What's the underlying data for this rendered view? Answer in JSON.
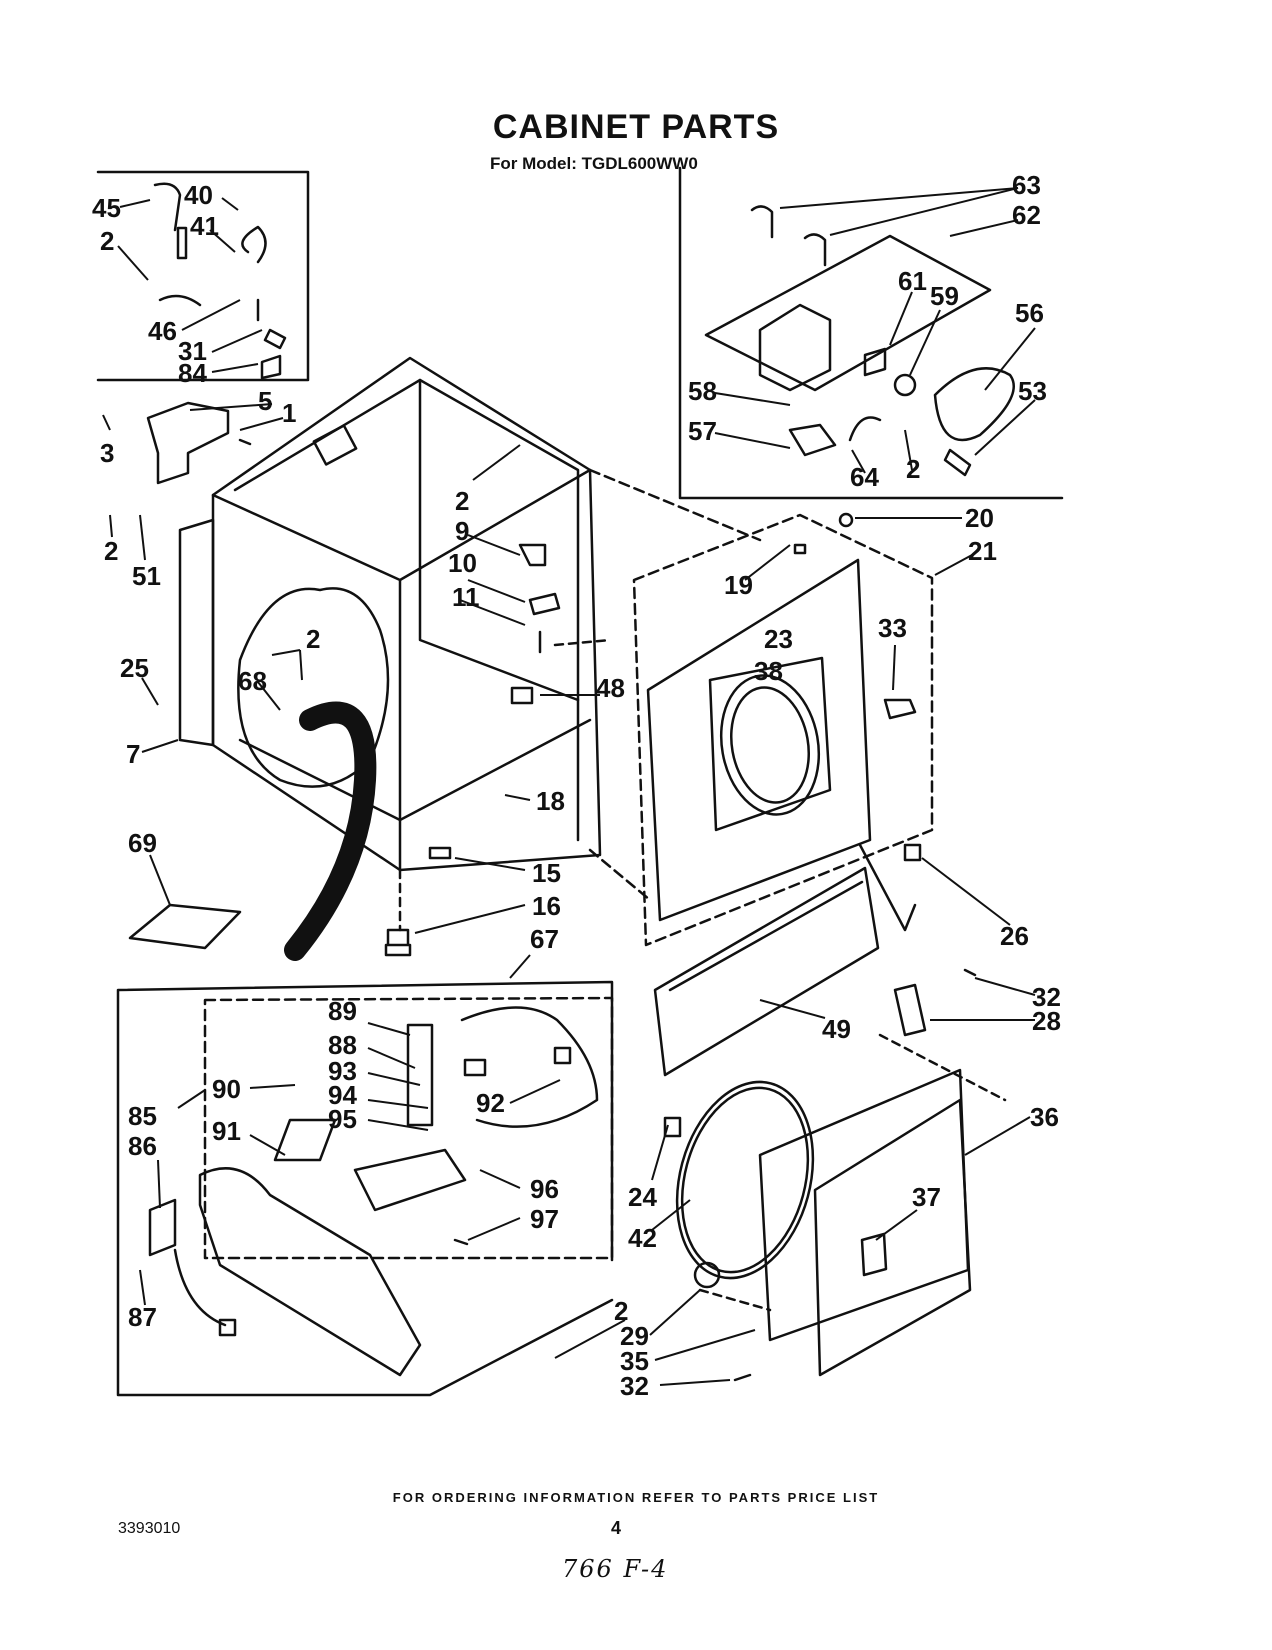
{
  "header": {
    "title": "CABINET PARTS",
    "subtitle": "For Model: TGDL600WW0"
  },
  "footer": {
    "ordering_note": "FOR ORDERING INFORMATION REFER TO PARTS PRICE LIST",
    "document_number": "3393010",
    "page_number": "4",
    "handwritten_note": "766 F-4"
  },
  "callouts": {
    "c45": "45",
    "c40": "40",
    "c41": "41",
    "c2a": "2",
    "c46": "46",
    "c31": "31",
    "c84": "84",
    "c5": "5",
    "c1": "1",
    "c3": "3",
    "c2b": "2",
    "c51": "51",
    "c25": "25",
    "c7": "7",
    "c2c": "2",
    "c68": "68",
    "c2d": "2",
    "c9": "9",
    "c10": "10",
    "c11": "11",
    "c48": "48",
    "c18": "18",
    "c15": "15",
    "c16": "16",
    "c69": "69",
    "c67": "67",
    "c63": "63",
    "c62": "62",
    "c61": "61",
    "c59": "59",
    "c56": "56",
    "c53": "53",
    "c58": "58",
    "c57": "57",
    "c64": "64",
    "c2e": "2",
    "c20": "20",
    "c21": "21",
    "c19": "19",
    "c33": "33",
    "c23": "23",
    "c38": "38",
    "c26": "26",
    "c32a": "32",
    "c28": "28",
    "c49": "49",
    "c36": "36",
    "c37": "37",
    "c24": "24",
    "c42": "42",
    "c2f": "2",
    "c29": "29",
    "c35": "35",
    "c32b": "32",
    "c89": "89",
    "c88": "88",
    "c93": "93",
    "c94": "94",
    "c95": "95",
    "c92": "92",
    "c90": "90",
    "c85": "85",
    "c86": "86",
    "c91": "91",
    "c96": "96",
    "c97": "97",
    "c87": "87"
  }
}
